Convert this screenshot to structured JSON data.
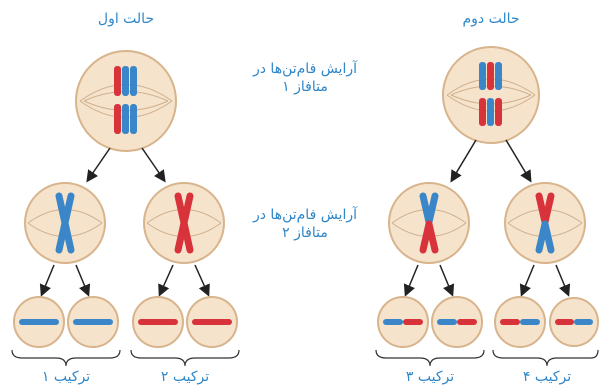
{
  "case_left_title": "حالت اول",
  "case_right_title": "حالت دوم",
  "metaphase1_label": [
    "آرایش فام‌تن‌ها در",
    "متافاز ۱"
  ],
  "metaphase2_label": [
    "آرایش فام‌تن‌ها در",
    "متافاز ۲"
  ],
  "combination_labels": [
    "ترکیب ۱",
    "ترکیب ۲",
    "ترکیب ۳",
    "ترکیب ۴"
  ],
  "colors": {
    "cell_fill": "#f6e3cc",
    "cell_stroke": "#d8b48c",
    "blue_chromosome": "#3a86c8",
    "red_chromosome": "#d8333b",
    "arrow": "#222222",
    "text": "#2f87c8"
  }
}
